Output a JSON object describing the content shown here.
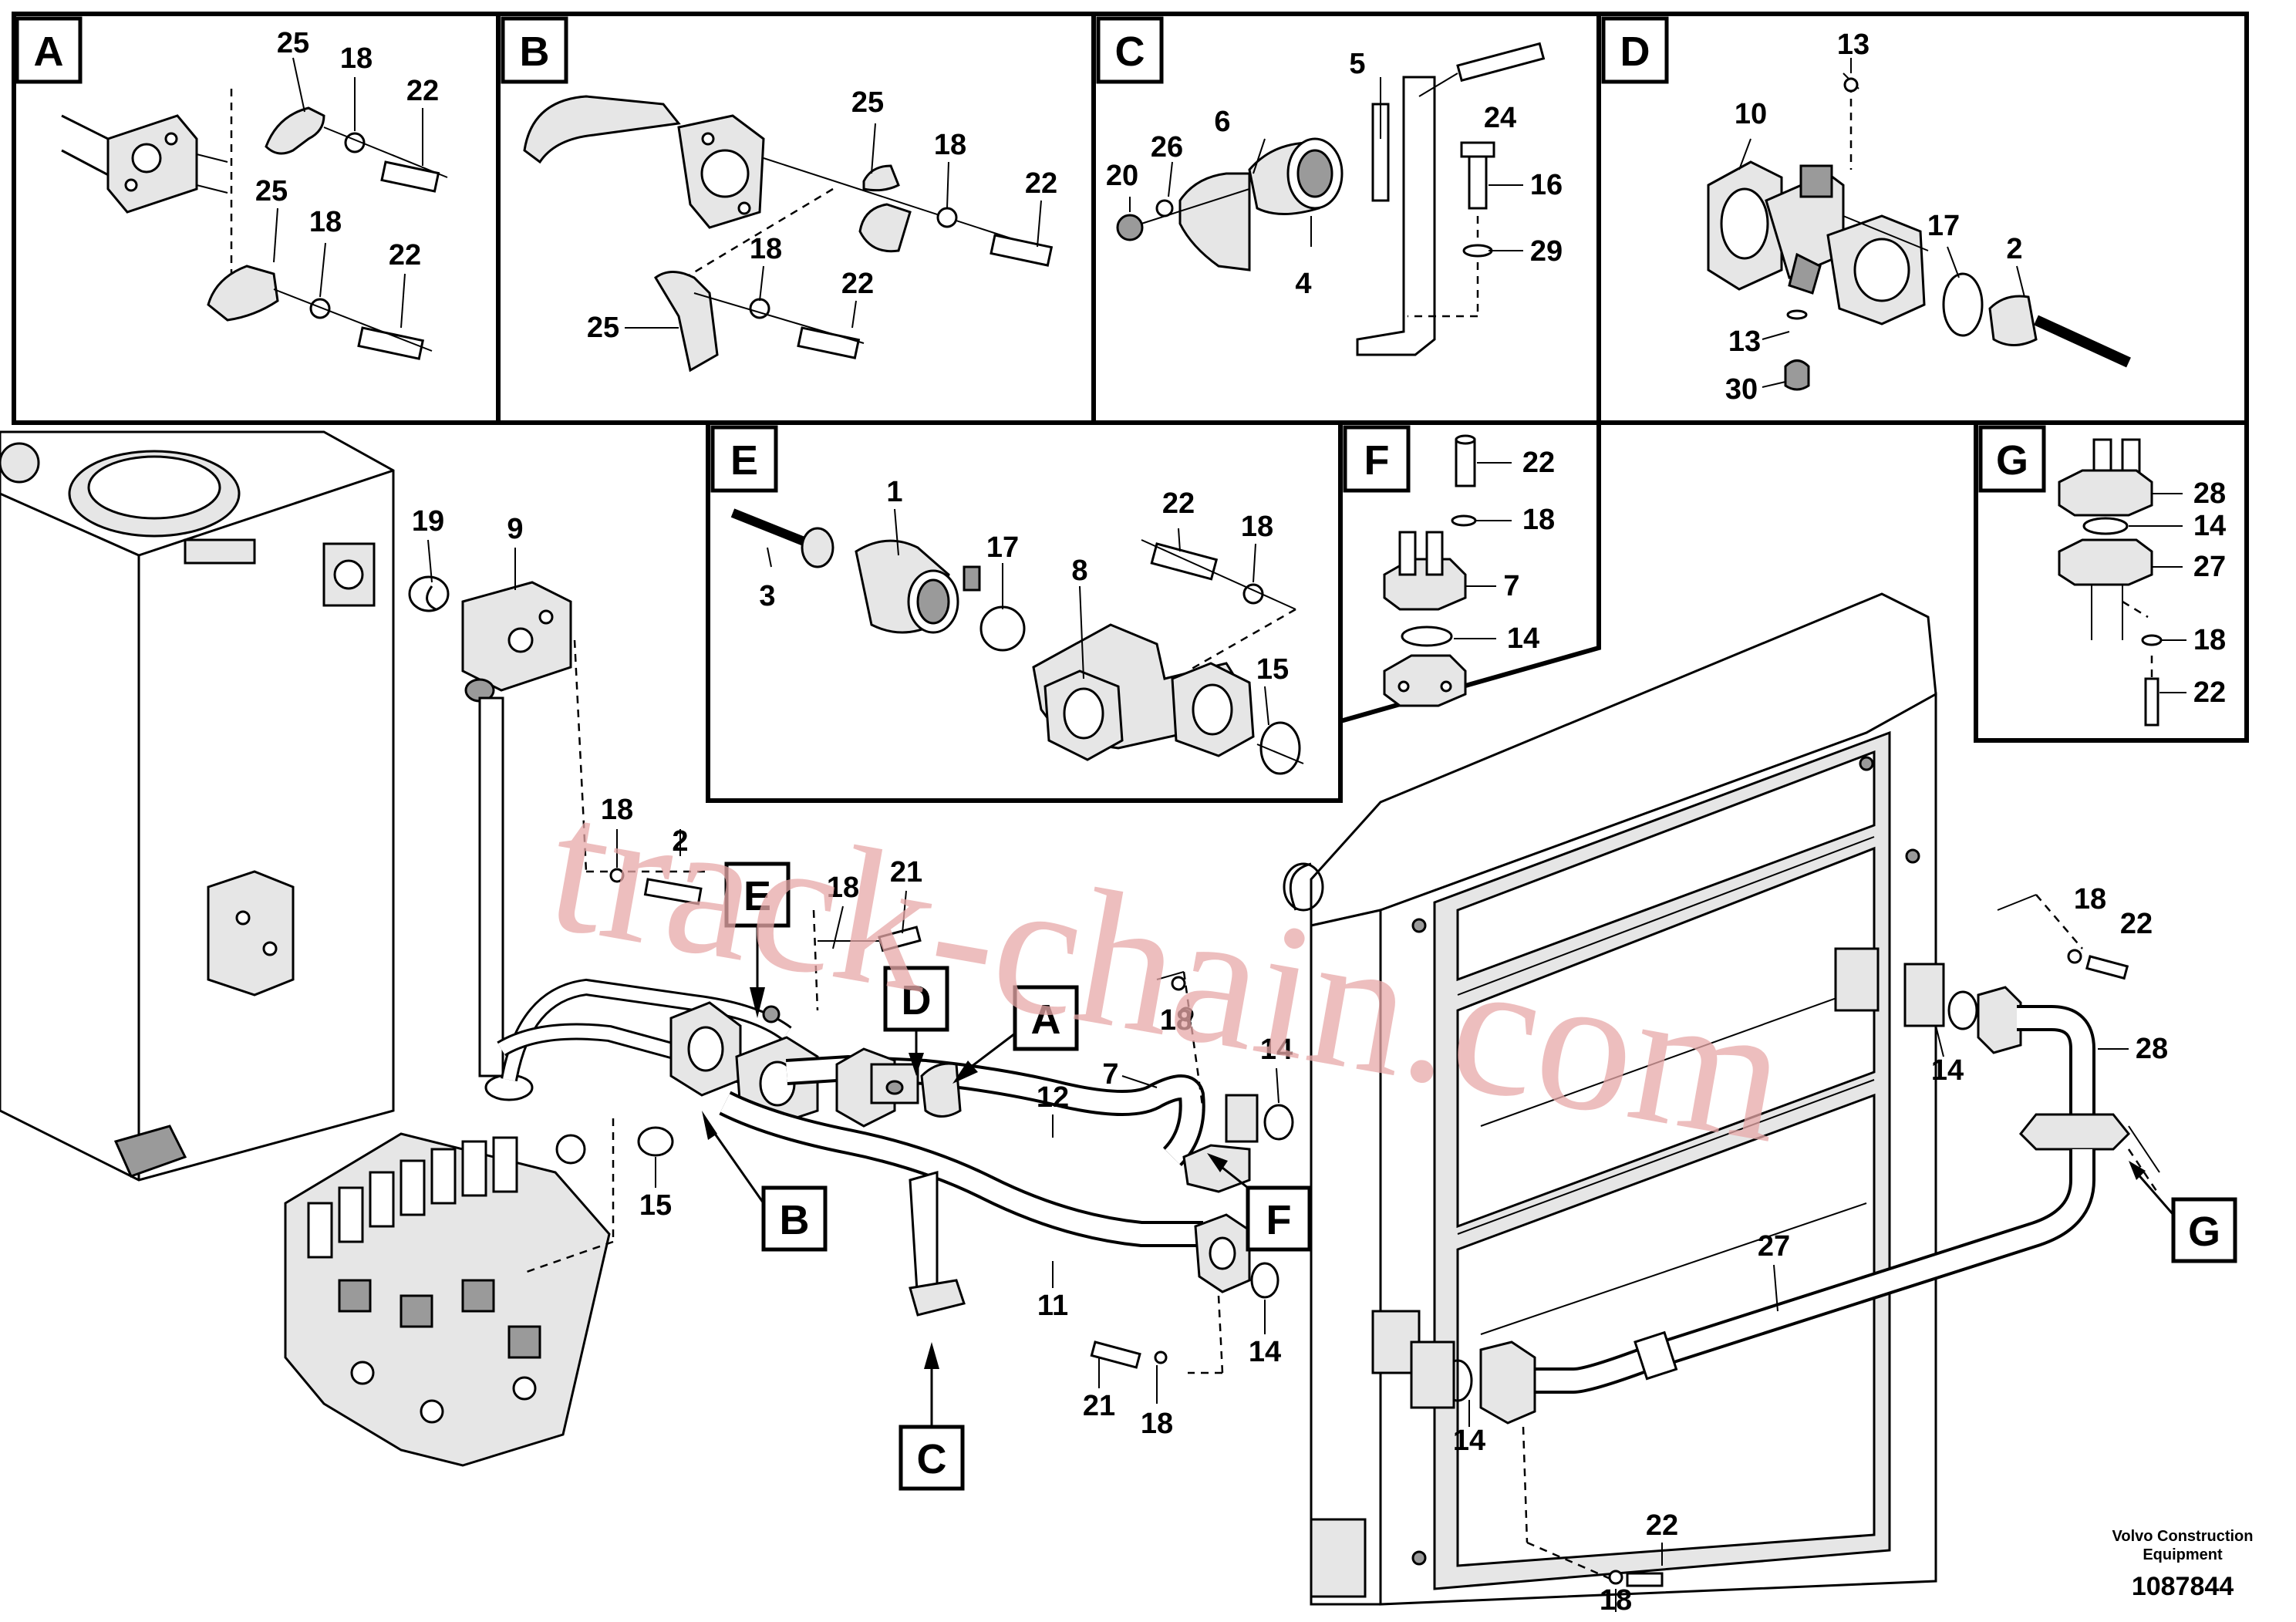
{
  "panels": [
    {
      "id": "A",
      "label": "A"
    },
    {
      "id": "B",
      "label": "B"
    },
    {
      "id": "C",
      "label": "C"
    },
    {
      "id": "D",
      "label": "D"
    },
    {
      "id": "E",
      "label": "E"
    },
    {
      "id": "F",
      "label": "F"
    },
    {
      "id": "G",
      "label": "G"
    }
  ],
  "main_view_labels": {
    "E": "E",
    "D": "D",
    "A": "A",
    "B": "B",
    "F": "F",
    "C": "C",
    "G": "G"
  },
  "callouts": {
    "a_25a": "25",
    "a_18a": "18",
    "a_22a": "22",
    "a_25b": "25",
    "a_18b": "18",
    "a_22b": "22",
    "b_25a": "25",
    "b_18a": "18",
    "b_22a": "22",
    "b_18b": "18",
    "b_22b": "22",
    "b_25b": "25",
    "c_5": "5",
    "c_24": "24",
    "c_6": "6",
    "c_26": "26",
    "c_20": "20",
    "c_16": "16",
    "c_29": "29",
    "c_4": "4",
    "d_13a": "13",
    "d_10": "10",
    "d_17": "17",
    "d_2": "2",
    "d_13b": "13",
    "d_30": "30",
    "e_1": "1",
    "e_22": "22",
    "e_18": "18",
    "e_17": "17",
    "e_8": "8",
    "e_3": "3",
    "e_15": "15",
    "f_22": "22",
    "f_18": "18",
    "f_7": "7",
    "f_14": "14",
    "g_28": "28",
    "g_14": "14",
    "g_27": "27",
    "g_18": "18",
    "g_22": "22",
    "m_19": "19",
    "m_9": "9",
    "m_18a": "18",
    "m_2": "2",
    "m_18b": "18",
    "m_21a": "21",
    "m_18c": "18",
    "m_7": "7",
    "m_14a": "14",
    "m_12": "12",
    "m_15": "15",
    "m_11": "11",
    "m_14b": "14",
    "m_21b": "21",
    "m_18d": "18",
    "m_18e": "18",
    "m_22a": "22",
    "m_14c": "14",
    "m_28": "28",
    "m_27": "27",
    "m_14d": "14",
    "m_22b": "22",
    "m_18f": "18"
  },
  "credit": {
    "line1": "Volvo Construction",
    "line2": "Equipment"
  },
  "part_number": "1087844",
  "watermark": "track-chain.com"
}
